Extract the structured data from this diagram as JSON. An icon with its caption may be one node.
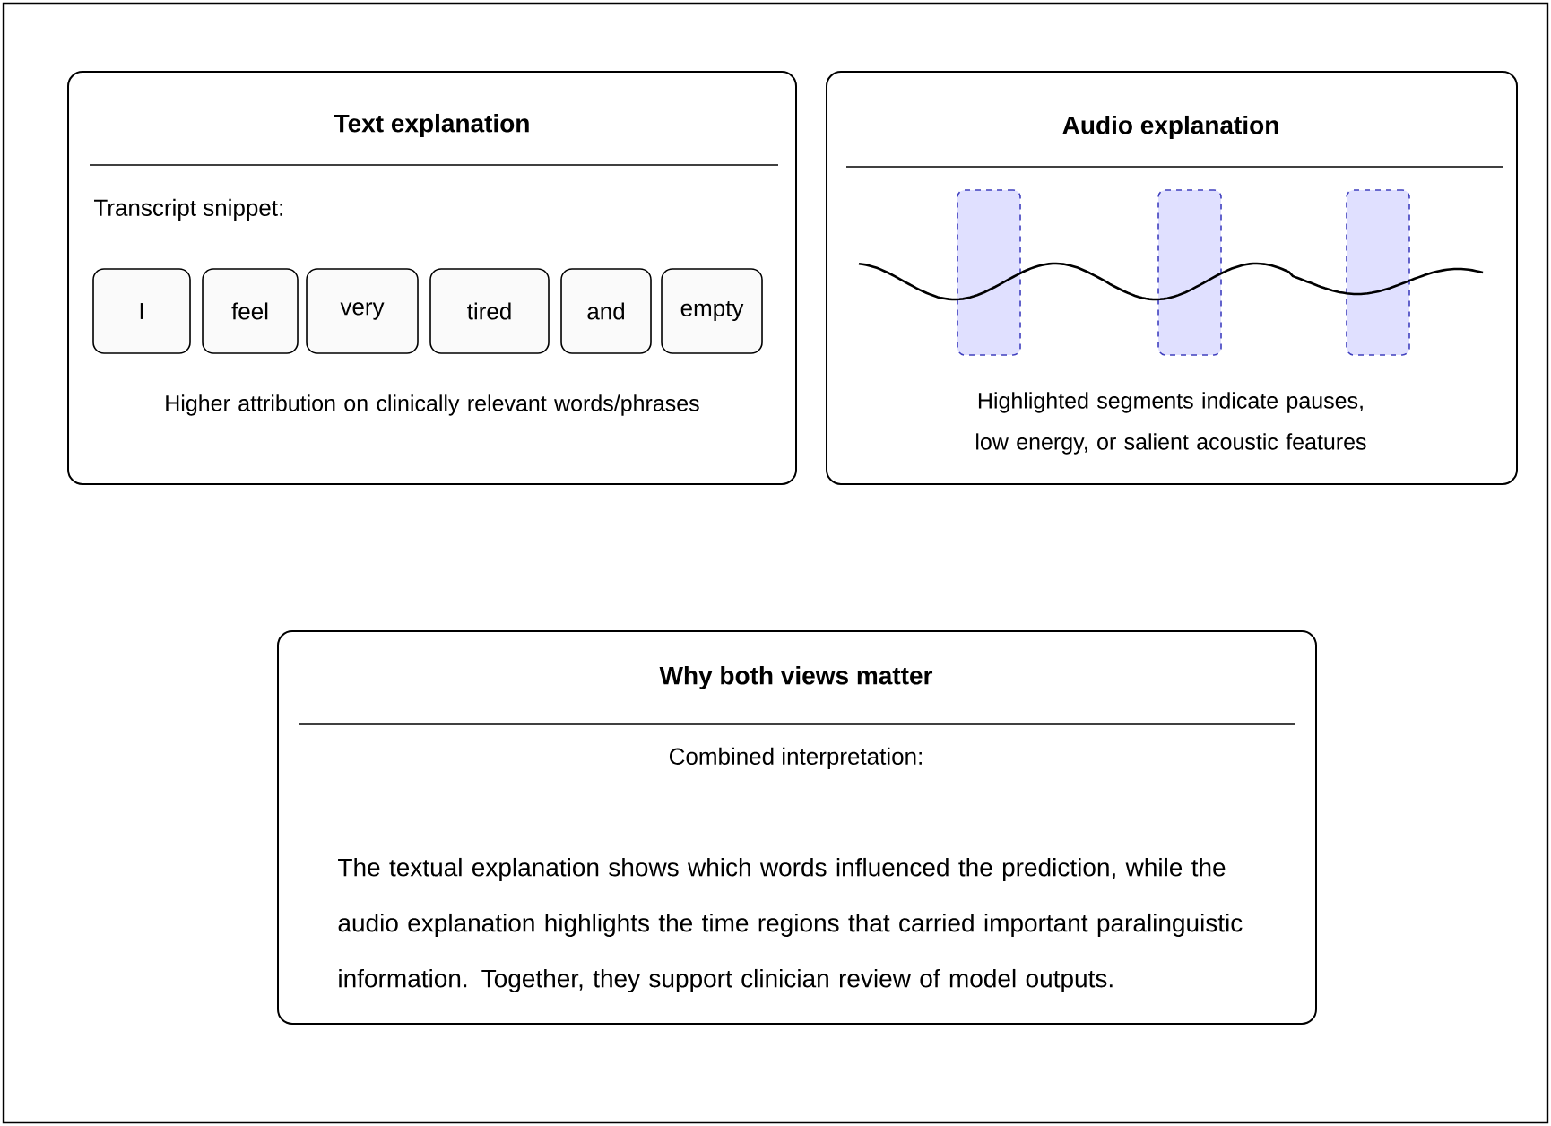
{
  "diagram": {
    "nodes": [
      {
        "text": [
          "Text explanation",
          "Transcript snippet:",
          "Higher attribution on clinically relevant words/phrases"
        ]
      },
      {
        "text": [
          "I"
        ],
        "in": 0
      },
      {
        "text": [
          "feel"
        ],
        "in": 0
      },
      {
        "text": [
          "very"
        ],
        "in": 0
      },
      {
        "text": [
          "tired"
        ],
        "in": 0
      },
      {
        "text": [
          "and"
        ],
        "in": 0
      },
      {
        "text": [
          "empty"
        ],
        "in": 0
      },
      {
        "text": [
          "Audio explanation",
          "Highlighted segments indicate pauses, low energy, or salient acoustic features"
        ]
      },
      {
        "text": [],
        "shape": "box",
        "in": 7
      },
      {
        "text": [],
        "shape": "box",
        "in": 7
      },
      {
        "text": [],
        "shape": "box",
        "in": 7
      },
      {
        "text": [
          "Why both views matter",
          "Combined interpretation:",
          "The textual explanation shows which words influenced the prediction, while the audio explanation highlights the time regions that carried important paralinguistic information. Together, they support clinician review of model outputs."
        ]
      }
    ]
  }
}
